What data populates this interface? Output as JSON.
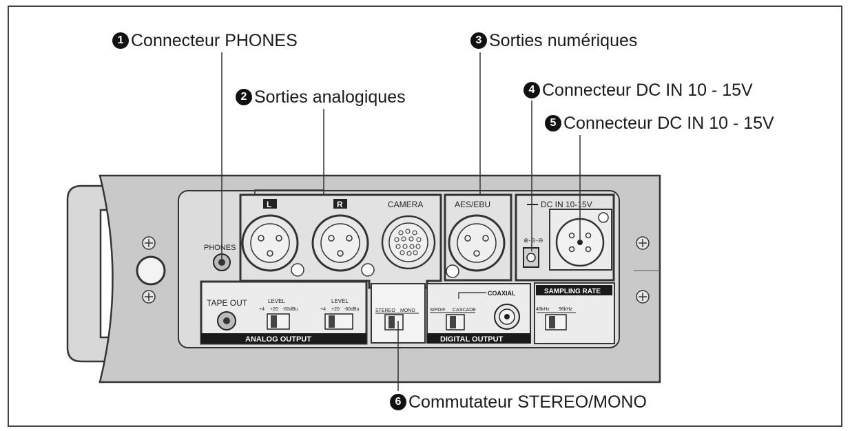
{
  "callouts": [
    {
      "num": "1",
      "label": "Connecteur PHONES"
    },
    {
      "num": "2",
      "label": "Sorties analogiques"
    },
    {
      "num": "3",
      "label": "Sorties numériques"
    },
    {
      "num": "4",
      "label": "Connecteur DC IN 10 - 15V"
    },
    {
      "num": "5",
      "label": "Connecteur DC IN 10 - 15V"
    },
    {
      "num": "6",
      "label": "Commutateur STEREO/MONO"
    }
  ],
  "panel": {
    "phones": "PHONES",
    "tape_out": "TAPE OUT",
    "xlr_left": "L",
    "xlr_right": "R",
    "camera": "CAMERA",
    "aes_ebu": "AES/EBU",
    "dc_in": "DC IN 10-15V",
    "level": "LEVEL",
    "level_scale": [
      "+4",
      "+20",
      "-60dBu"
    ],
    "analog_output": "ANALOG OUTPUT",
    "stereo": "STEREO",
    "mono": "MONO",
    "coaxial": "COAXIAL",
    "s_pdif": "S/PDIF",
    "cascade": "CASCADE",
    "digital_output": "DIGITAL OUTPUT",
    "sampling_rate": "SAMPLING RATE",
    "sr_48": "48kHz",
    "sr_96": "96kHz"
  }
}
